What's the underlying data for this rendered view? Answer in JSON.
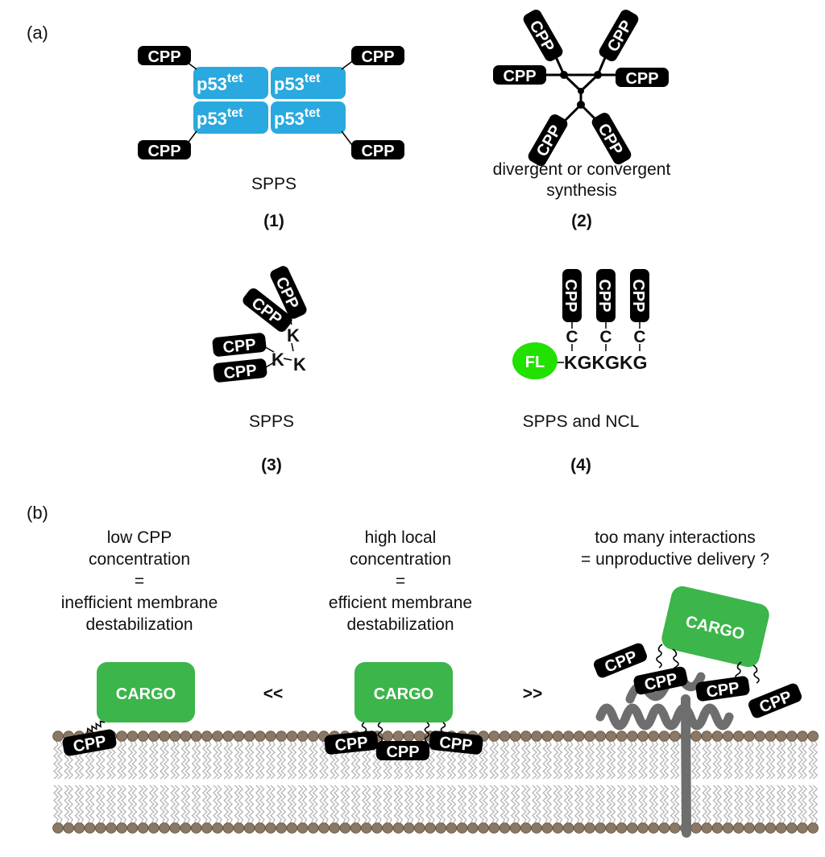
{
  "panel_a": {
    "label": "(a)",
    "cpp": "CPP",
    "p53": "p53",
    "tet": "tet",
    "c1_method": "SPPS",
    "c1_number": "(1)",
    "c2_method_line1": "divergent or convergent",
    "c2_method_line2": "synthesis",
    "c2_number": "(2)",
    "lys": "K",
    "c3_method": "SPPS",
    "c3_number": "(3)",
    "fl": "FL",
    "cys": "C",
    "sequence": "KGKGKG",
    "c4_method": "SPPS and NCL",
    "c4_number": "(4)"
  },
  "panel_b": {
    "label": "(b)",
    "left_text": [
      "low CPP",
      "concentration",
      "=",
      "inefficient membrane",
      "destabilization"
    ],
    "mid_text": [
      "high local",
      "concentration",
      "=",
      "efficient membrane",
      "destabilization"
    ],
    "right_text": [
      "too many interactions",
      "= unproductive delivery ?"
    ],
    "cargo": "CARGO",
    "less_than": "<<",
    "greater_than": ">>"
  },
  "colors": {
    "cpp_bg": "#000000",
    "p53_blue": "#29a9df",
    "cargo_green": "#3cb54a",
    "fl_green": "#22e000",
    "bead_brown": "#8a7864",
    "lipid_tail": "#b5b5b5",
    "protein_gray": "#6e6e6e"
  }
}
